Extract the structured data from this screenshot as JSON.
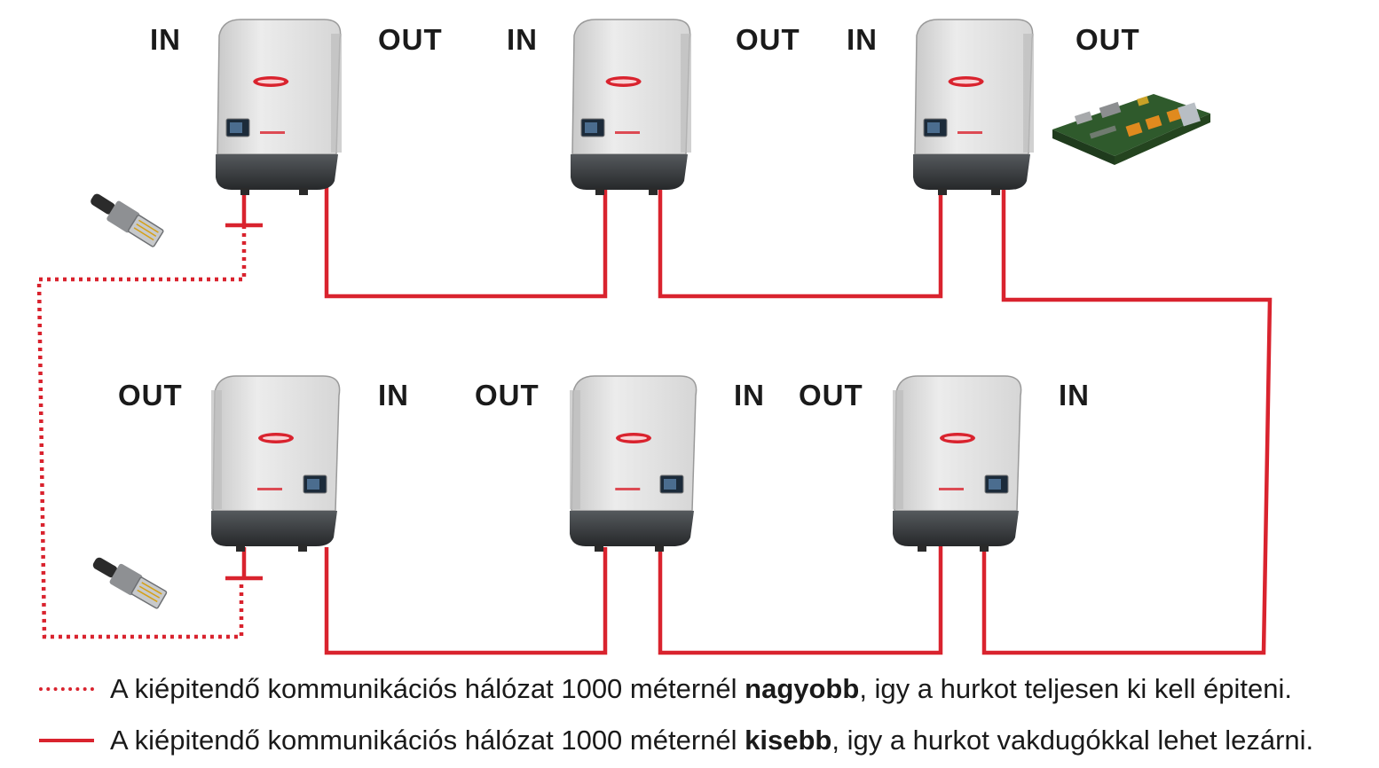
{
  "colors": {
    "cable": "#d9232e",
    "inverter_body": "#e6e6e6",
    "inverter_base": "#3a3d40",
    "brand": "#d9232e",
    "text": "#1a1a1a"
  },
  "inverters": [
    {
      "row": "top",
      "left_label": "IN",
      "right_label": "OUT"
    },
    {
      "row": "top",
      "left_label": "IN",
      "right_label": "OUT"
    },
    {
      "row": "top",
      "left_label": "IN",
      "right_label": "OUT"
    },
    {
      "row": "bottom",
      "left_label": "OUT",
      "right_label": "IN"
    },
    {
      "row": "bottom",
      "left_label": "OUT",
      "right_label": "IN"
    },
    {
      "row": "bottom",
      "left_label": "OUT",
      "right_label": "IN"
    }
  ],
  "icons": {
    "connector": "rj45-plug-icon",
    "datamanager": "datamanager-card-icon",
    "inverter": "inverter-icon",
    "terminator": "termination-plug-icon"
  },
  "legend": [
    {
      "style": "dotted",
      "text_before": "A kiépitendő kommunikációs hálózat 1000 méternél ",
      "bold": "nagyobb",
      "text_after": ", igy a hurkot teljesen ki kell épiteni."
    },
    {
      "style": "solid",
      "text_before": "A kiépitendő kommunikációs hálózat 1000 méternél ",
      "bold": "kisebb",
      "text_after": ", igy a hurkot vakdugókkal lehet lezárni."
    }
  ]
}
